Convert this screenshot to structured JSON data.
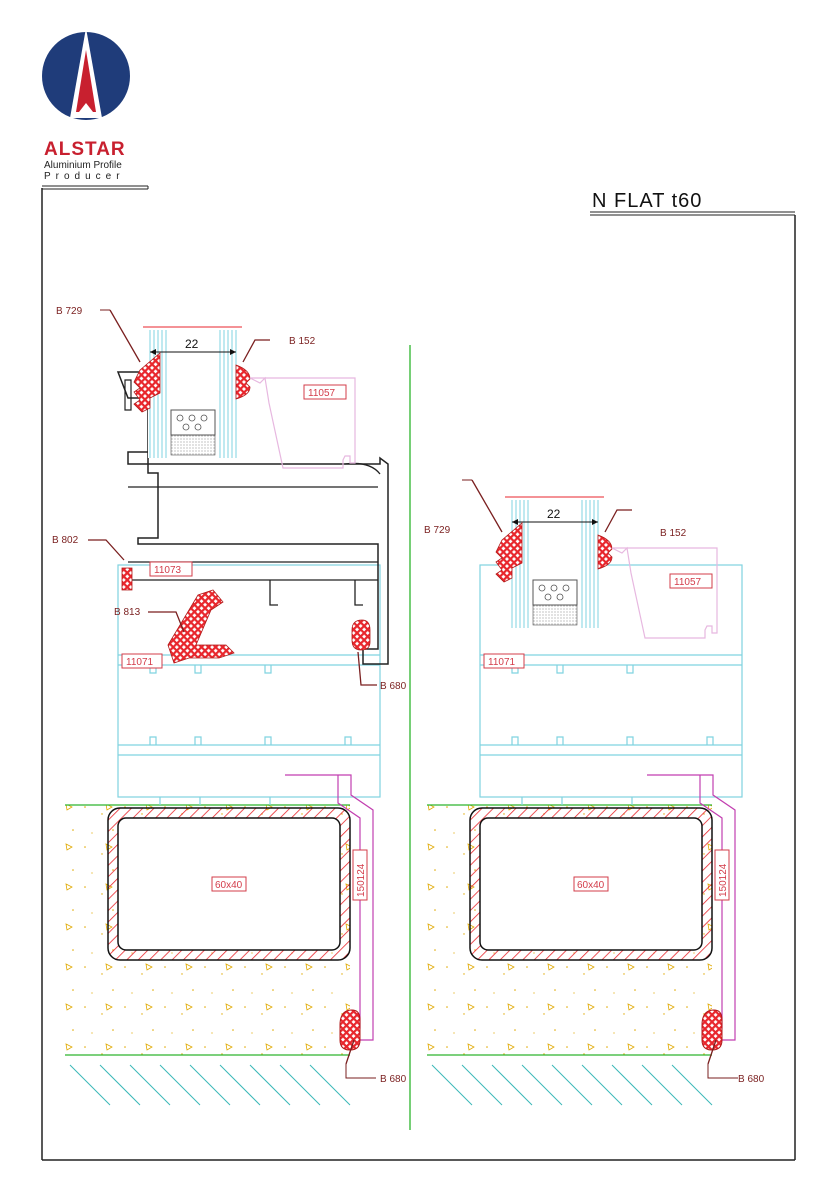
{
  "logo": {
    "brand": "ALSTAR",
    "line1": "Aluminium Profile",
    "line2": "Producer"
  },
  "title": "N FLAT t60",
  "colors": {
    "logo_blue": "#1f3c7a",
    "logo_red": "#c8202f",
    "gasket": "#e8262c",
    "frame": "#7fd3e0",
    "glazing_bead": "#e7b8e0",
    "cover": "#c23fb0",
    "ground": "#2db52d",
    "label": "#7a1f1f"
  },
  "left_detail": {
    "glass_dim": "22",
    "labels": {
      "b729": "B 729",
      "b152": "B 152",
      "b802": "B 802",
      "b813": "B 813",
      "b680_upper": "B 680",
      "b680_lower": "B 680"
    },
    "tags": {
      "bead": "11057",
      "sash": "11073",
      "frame": "11071",
      "tube": "60x40",
      "cover": "150124"
    }
  },
  "right_detail": {
    "glass_dim": "22",
    "labels": {
      "b729": "B 729",
      "b152": "B 152",
      "b680_lower": "B 680"
    },
    "tags": {
      "bead": "11057",
      "frame": "11071",
      "tube": "60x40",
      "cover": "150124"
    }
  }
}
